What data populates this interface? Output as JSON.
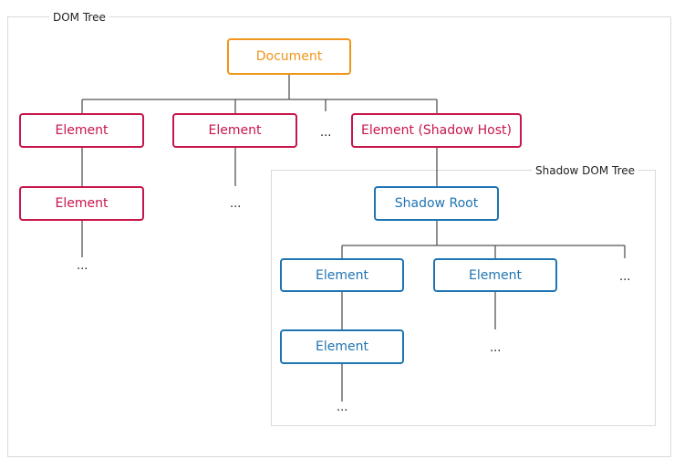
{
  "frames": {
    "dom_tree_label": "DOM Tree",
    "shadow_dom_tree_label": "Shadow DOM Tree"
  },
  "nodes": {
    "document": "Document",
    "element_1": "Element",
    "element_2": "Element",
    "shadow_host": "Element (Shadow Host)",
    "element_1_child": "Element",
    "shadow_root": "Shadow Root",
    "shadow_element_1": "Element",
    "shadow_element_2": "Element",
    "shadow_element_1_child": "Element"
  },
  "ellipsis": "...",
  "colors": {
    "document": "#f0961a",
    "dom_element": "#c8154a",
    "shadow_element": "#1f74b3",
    "frame_border": "#d9d9d9",
    "connector": "#555555"
  }
}
